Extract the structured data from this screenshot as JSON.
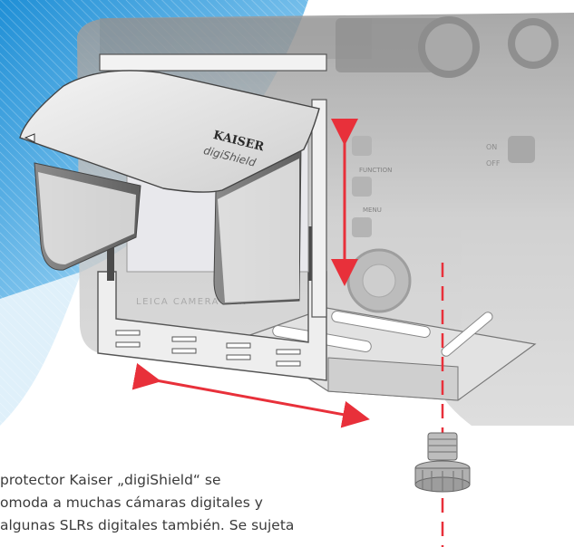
{
  "product": {
    "brand": "KAISER",
    "model": "digiShield",
    "camera_engraving": "LEICA CAMERA DEN",
    "camera_labels": [
      "FUNCTION",
      "MENU",
      "ON",
      "OFF"
    ]
  },
  "caption": {
    "lines": [
      "protector Kaiser „digiShield“ se",
      "omoda a muchas cámaras digitales y",
      "algunas SLRs digitales también. Se sujeta"
    ]
  },
  "colors": {
    "arrow": "#e8303a",
    "background_blue": "#2f9bd9",
    "camera_body": "#c8c8c8",
    "shield": "#e4e4e4"
  }
}
